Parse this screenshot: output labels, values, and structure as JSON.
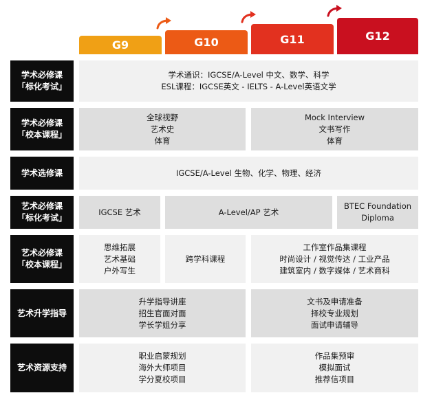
{
  "grades": {
    "g9": "G9",
    "g10": "G10",
    "g11": "G11",
    "g12": "G12"
  },
  "colors": {
    "g9": "#f0a015",
    "g10": "#ec5a15",
    "g11": "#e2311f",
    "g12": "#c9101f",
    "label_bg": "#0d0d0d"
  },
  "rows": {
    "academic_required_exam": {
      "label": [
        "学术必修课",
        "「标化考试」"
      ],
      "cells": [
        [
          "学术通识：IGCSE/A-Level 中文、数学、科学",
          "ESL课程：IGCSE英文 - IELTS - A-Level英语文学"
        ]
      ]
    },
    "academic_required_school": {
      "label": [
        "学术必修课",
        "「校本课程」"
      ],
      "cells": [
        [
          "全球视野",
          "艺术史",
          "体育"
        ],
        [
          "Mock Interview",
          "文书写作",
          "体育"
        ]
      ]
    },
    "academic_elective": {
      "label": [
        "学术选修课"
      ],
      "cells": [
        [
          "IGCSE/A-Level  生物、化学、物理、经济"
        ]
      ]
    },
    "art_required_exam": {
      "label": [
        "艺术必修课",
        "「标化考试」"
      ],
      "cells": [
        [
          "IGCSE 艺术"
        ],
        [
          "A-Level/AP 艺术"
        ],
        [
          "BTEC Foundation",
          "Diploma"
        ]
      ]
    },
    "art_required_school": {
      "label": [
        "艺术必修课",
        "「校本课程」"
      ],
      "cells": [
        [
          "思维拓展",
          "艺术基础",
          "户外写生"
        ],
        [
          "跨学科课程"
        ],
        [
          "工作室作品集课程",
          "时尚设计 / 视觉传达 / 工业产品",
          "建筑室内 / 数字媒体 / 艺术商科"
        ]
      ]
    },
    "art_guidance": {
      "label": [
        "艺术升学指导"
      ],
      "cells": [
        [
          "升学指导讲座",
          "招生官面对面",
          "学长学姐分享"
        ],
        [
          "文书及申请准备",
          "择校专业规划",
          "面试申请辅导"
        ]
      ]
    },
    "art_resources": {
      "label": [
        "艺术资源支持"
      ],
      "cells": [
        [
          "职业启蒙规划",
          "海外大师项目",
          "学分夏校项目"
        ],
        [
          "作品集预审",
          "模拟面试",
          "推荐信项目"
        ]
      ]
    }
  }
}
